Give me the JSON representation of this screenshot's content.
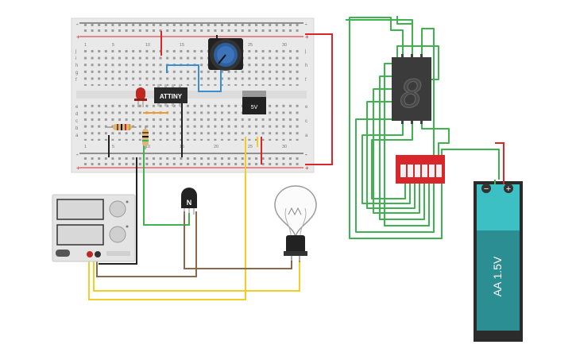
{
  "breadboard": {
    "plus_sign": "+",
    "minus_sign": "-",
    "row_letters_top": [
      "j",
      "i",
      "h",
      "g",
      "f"
    ],
    "row_letters_bottom": [
      "e",
      "d",
      "c",
      "b",
      "a"
    ],
    "column_numbers": [
      "1",
      "5",
      "10",
      "15",
      "20",
      "25",
      "30"
    ]
  },
  "components": {
    "microcontroller_label": "ATTINY",
    "regulator_label": "5V",
    "transistor_label": "N",
    "battery_label": "AA 1.5V",
    "battery_minus": "−",
    "battery_plus": "+",
    "seven_segment_digit": "8"
  },
  "colors": {
    "breadboard": "#e9e9e9",
    "wire_green": "#3fb34f",
    "wire_red": "#d8262b",
    "wire_yellow": "#f3cc2a",
    "wire_brown": "#8a6a4a",
    "wire_blue": "#3b8fd1",
    "wire_black": "#222222",
    "battery_teal": "#3cc0c3"
  }
}
